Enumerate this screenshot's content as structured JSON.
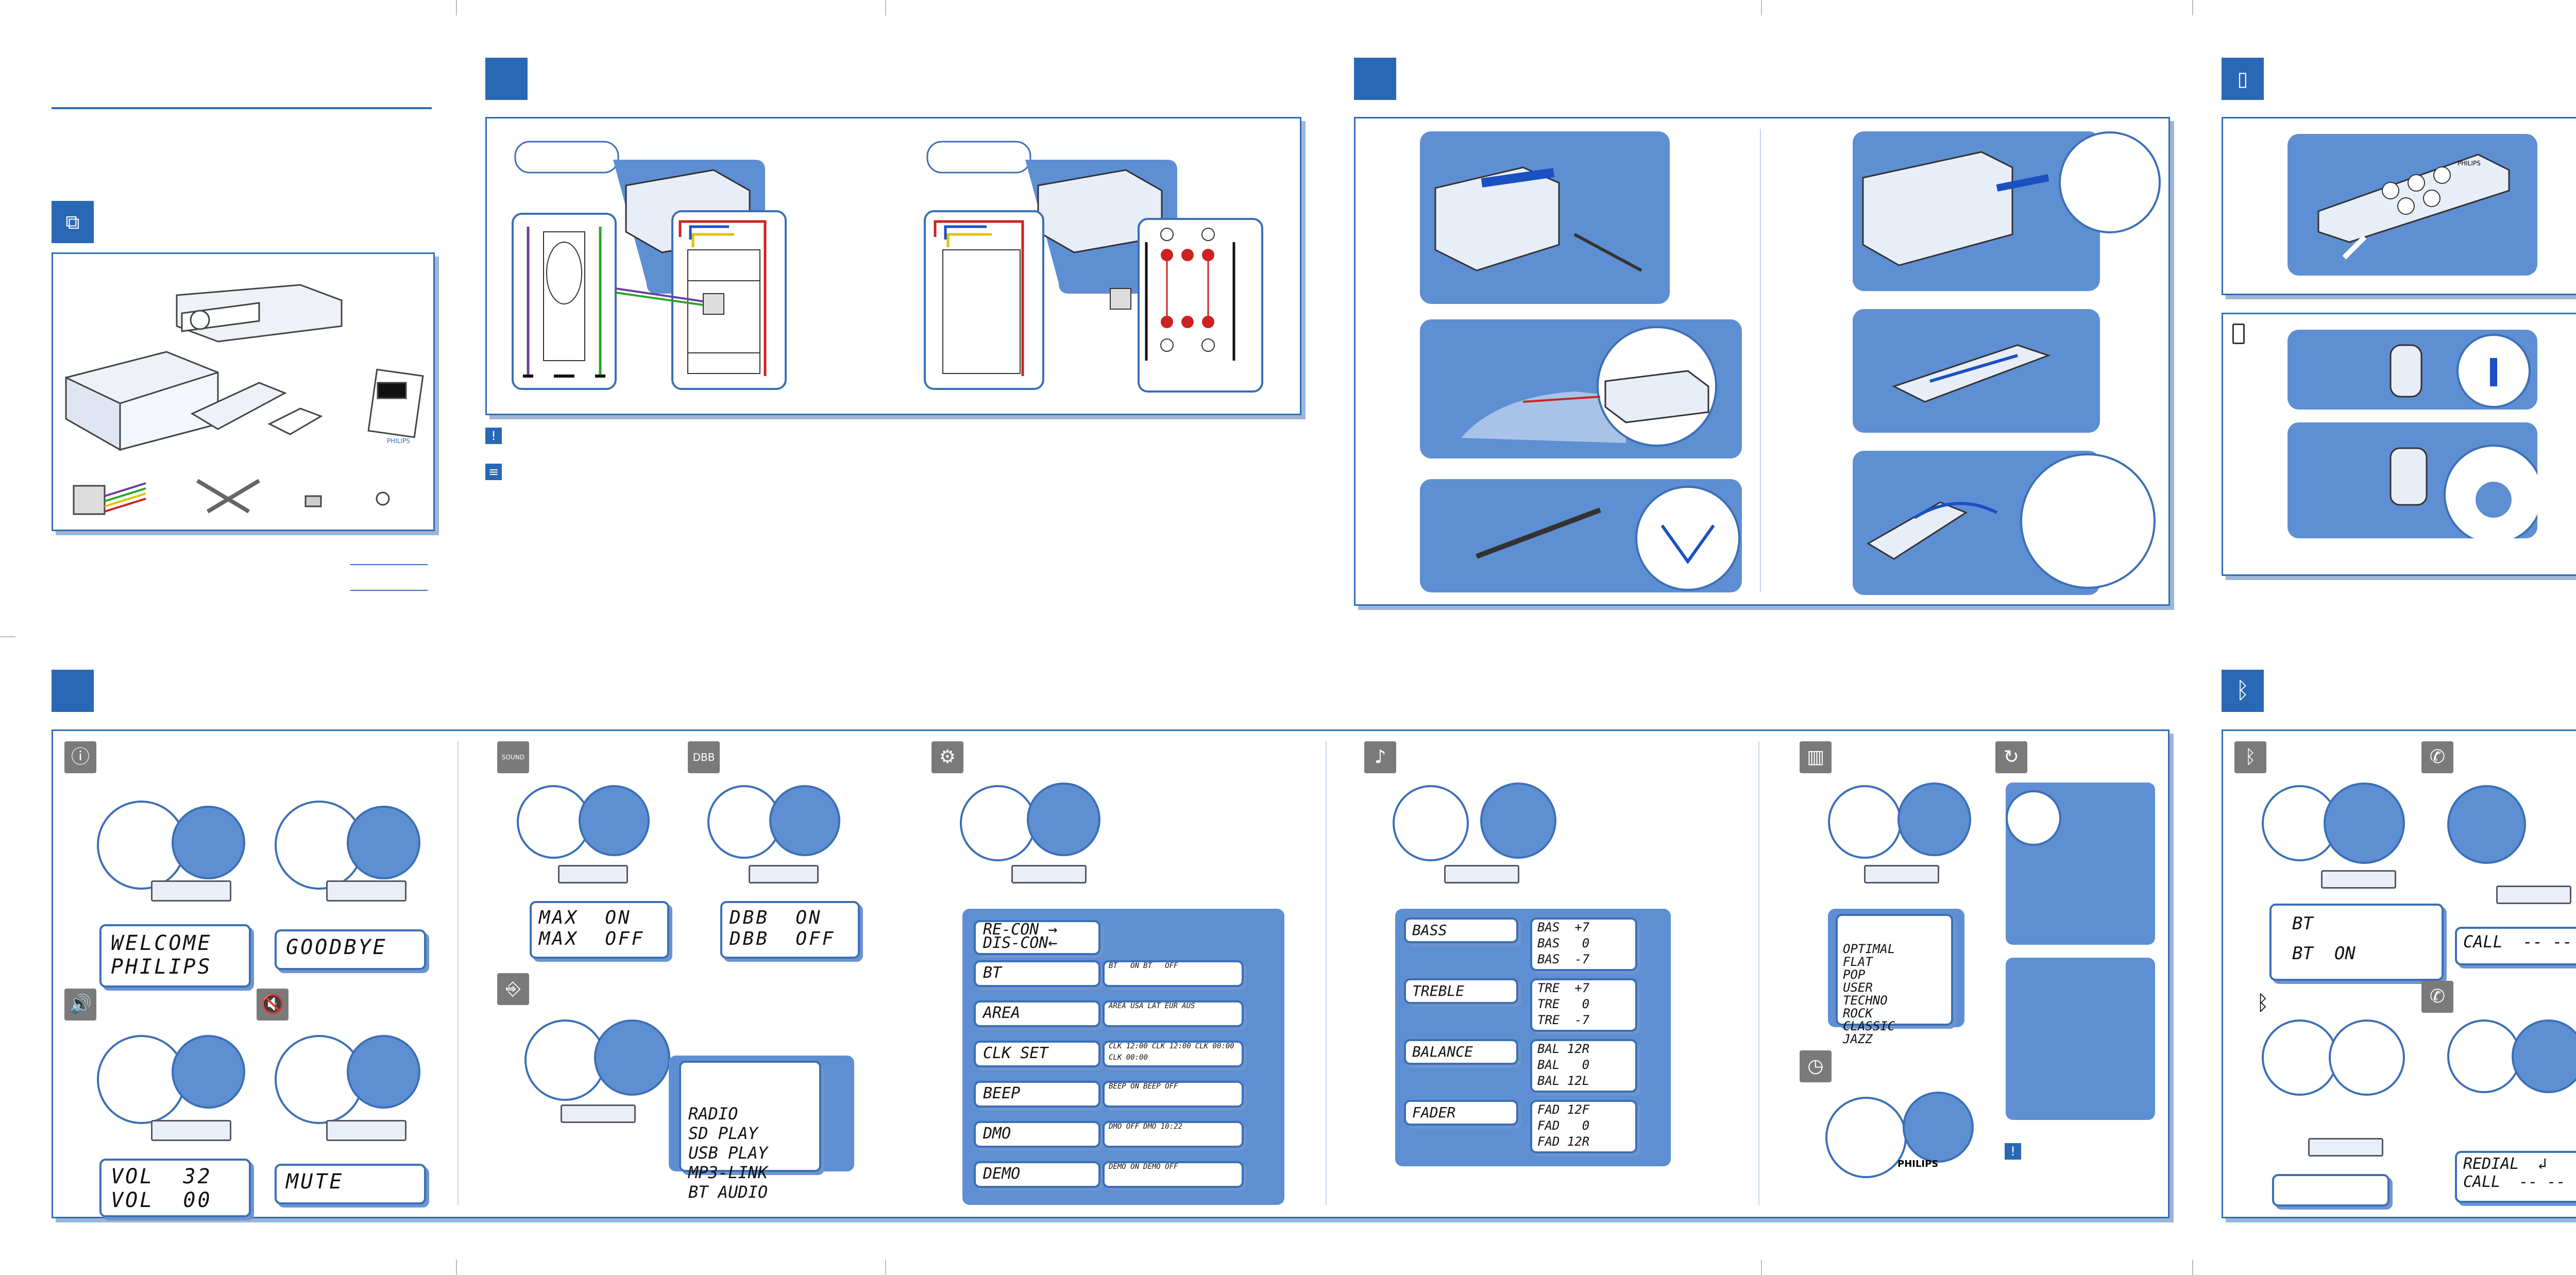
{
  "intro": {
    "philips_label": "PHILIPS"
  },
  "sections": {
    "wiring": {
      "notes_icon": "!",
      "info_icon": "≡"
    },
    "install": {},
    "remote": {
      "brand": "PHILIPS",
      "battery_icon": "battery-icon"
    }
  },
  "controls": {
    "power": {
      "lcd1": [
        "WELCOME",
        "PHILIPS"
      ],
      "lcd2": [
        "GOODBYE"
      ]
    },
    "volume": {
      "lcd": [
        "VOL  32",
        "VOL  00"
      ]
    },
    "mute": {
      "lcd": [
        "MUTE"
      ]
    },
    "sound": {
      "badge": "SOUND",
      "lcd": [
        "MAX  ON",
        "MAX  OFF"
      ]
    },
    "dbb": {
      "badge": "DBB",
      "lcd": [
        "DBB  ON",
        "DBB  OFF"
      ]
    },
    "source": {
      "lcd": [
        "RADIO",
        "SD PLAY",
        "USB PLAY",
        "MP3-LINK",
        "BT AUDIO"
      ]
    },
    "settings": {
      "rows": [
        {
          "main": "RE-CON →",
          "sub": "DIS-CON←",
          "opts": []
        },
        {
          "main": "BT",
          "sub": "",
          "opts": [
            "BT   ON",
            "BT   OFF"
          ]
        },
        {
          "main": "AREA",
          "sub": "",
          "opts": [
            "AREA USA",
            "LAT",
            "EUR",
            "AUS"
          ]
        },
        {
          "main": "CLK SET",
          "sub": "",
          "opts": [
            "CLK 12:00",
            "CLK 12:00",
            "CLK 00:00",
            "CLK 00:00"
          ]
        },
        {
          "main": "BEEP",
          "sub": "",
          "opts": [
            "BEEP ON",
            "BEEP OFF"
          ]
        },
        {
          "main": "DMO",
          "sub": "",
          "opts": [
            "DMO OFF",
            "DMO 10:22"
          ]
        },
        {
          "main": "DEMO",
          "sub": "",
          "opts": [
            "DEMO ON",
            "DEMO OFF"
          ]
        }
      ]
    },
    "audio": {
      "rows": [
        {
          "main": "BASS",
          "opts": [
            "BAS  +7",
            "BAS   0",
            "BAS  -7"
          ]
        },
        {
          "main": "TREBLE",
          "opts": [
            "TRE  +7",
            "TRE   0",
            "TRE  -7"
          ]
        },
        {
          "main": "BALANCE",
          "opts": [
            "BAL 12R",
            "BAL   0",
            "BAL 12L"
          ]
        },
        {
          "main": "FADER",
          "opts": [
            "FAD 12F",
            "FAD   0",
            "FAD 12R"
          ]
        }
      ]
    },
    "eq": {
      "lcd": [
        "OPTIMAL",
        "FLAT",
        "POP",
        "USER",
        "TECHNO",
        "ROCK",
        "CLASSIC",
        "JAZZ"
      ]
    },
    "clock": {
      "brand": "PHILIPS"
    },
    "bluetooth": {
      "pair_lcd": [
        "BT",
        "BT  ON"
      ],
      "call_lcd": [
        "CALL  -- --"
      ],
      "redial_lcd": [
        "REDIAL  ↲",
        "CALL  -- --"
      ]
    },
    "warn_icon": "!"
  },
  "colors": {
    "brand_blue": "#2868b4",
    "light_blue": "#5e8fd3",
    "border_blue": "#2f6db5"
  }
}
